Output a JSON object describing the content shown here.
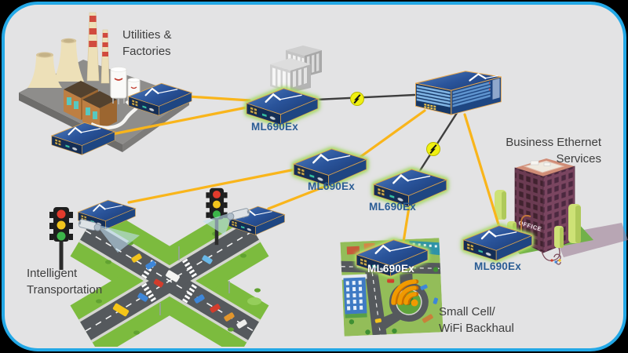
{
  "panel": {
    "background": "#E3E3E4",
    "border_color": "#23A8E6",
    "outside_color": "#000000"
  },
  "colors": {
    "fiber_link_yellow": "#F9B51B",
    "copper_link_black": "#3E3E3E",
    "device_blue": "#1D4280",
    "device_edge_tan": "#D9A24D",
    "glow_green": "#A8DB62",
    "device_label_blue": "#2A5C94",
    "title_text": "#3E3E3E",
    "bolt_yellow": "#F0F011",
    "wifi_orange": "#F09A00"
  },
  "titles": {
    "utilities": {
      "line1": "Utilities &",
      "line2": "Factories"
    },
    "transportation": {
      "line1": "Intelligent",
      "line2": "Transportation"
    },
    "small_cell": {
      "line1": "Small Cell/",
      "line2": "WiFi Backhaul"
    },
    "business": {
      "line1": "Business Ethernet",
      "line2": "Services"
    }
  },
  "device_labels": {
    "central": "ML690Ex",
    "mid": "ML690Ex",
    "access": "ML690Ex",
    "small_cell": "ML690Ex",
    "office": "ML690Ex"
  },
  "office_building": {
    "sign": "OFFICE"
  }
}
